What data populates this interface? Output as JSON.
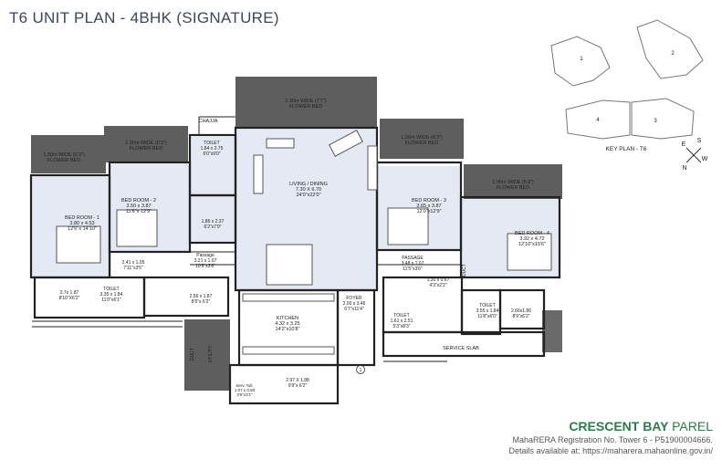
{
  "title": "T6 UNIT PLAN - 4BHK (SIGNATURE)",
  "rooms": {
    "flower_bed_top": {
      "line1": "2.30m WIDE (7'7\")",
      "line2": "FLOWER BED"
    },
    "chajja": "CHAJJA",
    "flower_bed_left": {
      "line1": "1.90m WIDE (6'3\")",
      "line2": "FLOWER BED"
    },
    "flower_bed_left2": {
      "line1": "1.90m WIDE (6'3\")",
      "line2": "FLOWER BED"
    },
    "flower_bed_right": {
      "line1": "1.90m WIDE (6'3\")",
      "line2": "FLOWER BED"
    },
    "flower_bed_right2": {
      "line1": "1.90m WIDE (6'3\")",
      "line2": "FLOWER BED"
    },
    "toilet_top": {
      "name": "TOILET",
      "dim1": "1.84 x 2.75",
      "dim2": "6'0\"x9'0\""
    },
    "living": {
      "name": "LIVING / DINING",
      "dim1": "7.30 X 6.70",
      "dim2": "24'0\"x22'0\""
    },
    "bed2": {
      "name": "BED ROOM - 2",
      "dim1": "3.50 x 3.87",
      "dim2": "11'6\"x 12'9\""
    },
    "bed1": {
      "name": "BED ROOM - 1",
      "dim1": "3.80 x 4.53",
      "dim2": "12'6\"x 14'10\""
    },
    "bed3": {
      "name": "BED ROOM - 3",
      "dim1": "3.65 x 3.87",
      "dim2": "12'0\"x12'9\""
    },
    "bed4": {
      "name": "BED ROOM - 4",
      "dim1": "3.92 x 4.72",
      "dim2": "12'10\"x15'6\""
    },
    "dress_left": {
      "dim1": "1.86 x 2.37",
      "dim2": "6'2\"x7'9\""
    },
    "passage_left": {
      "name": "Passage",
      "dim1": "3.21 x 1.07",
      "dim2": "10'6\"x3'6\""
    },
    "dim_241": {
      "dim1": "2.41 x 1.05",
      "dim2": "7'11\"x3'5\""
    },
    "passage_right": {
      "name": "PASSAGE",
      "dim1": "3.48 x 1.07",
      "dim2": "11'5\"x3'6\""
    },
    "dim_130": {
      "dim1": "1.30 x 0.67",
      "dim2": "4'3\"x2'2\""
    },
    "dim_27": {
      "dim1": "2.7x 1.87",
      "dim2": "8'10\"X6'2\""
    },
    "toilet_left": {
      "name": "TOILET",
      "dim1": "3.35 x 1.84",
      "dim2": "11'0\"x6'1\""
    },
    "dim_256": {
      "dim1": "2.56 x 1.87",
      "dim2": "8'5\"x 6'2\""
    },
    "kitchen": {
      "name": "KITCHEN",
      "dim1": "4.32 x 3.25",
      "dim2": "14'2\"x10'8\""
    },
    "foyer": {
      "name": "FOYER",
      "dim1": "2.00 x 3.46",
      "dim2": "6'7\"x11'4\""
    },
    "toilet_right_a": {
      "name": "TOILET",
      "dim1": "1.61 x 2.51",
      "dim2": "5'3\"x8'3\""
    },
    "toilet_right_b": {
      "name": "TOILET",
      "dim1": "3.55 x 1.84",
      "dim2": "11'8\"x6'0\""
    },
    "dim_266": {
      "dim1": "2.66x1.86",
      "dim2": "8'9\"x6'2\""
    },
    "service_slab": "SERVICE SLAB",
    "dim_297": {
      "dim1": "2.97 X 1.88",
      "dim2": "9'9\"x 6'2\""
    },
    "servant_toilet": {
      "name": "Serv. Toil.",
      "dim1": "1.07 x 0.93",
      "dim2": "3'6\"x3'1\""
    },
    "duct_left": "DUCT",
    "duct_right": "DUCT",
    "utility": "UTILITY",
    "entrance_marker": "1"
  },
  "key_plan": {
    "label": "KEY PLAN  - T6",
    "towers": [
      "1",
      "2",
      "3",
      "4"
    ],
    "compass": {
      "n": "N",
      "e": "E",
      "s": "S",
      "w": "W"
    }
  },
  "brand": {
    "name_bold": "CRESCENT BAY",
    "name_light": "PAREL",
    "line1": "MahaRERA Registration No. Tower 6 - P51900004666.",
    "line2": "Details available at: https://maharera.mahaonline.gov.in/"
  },
  "colors": {
    "room_fill": "#e5e9f3",
    "balcony_fill": "#5e5e5e",
    "wall": "#222222",
    "brand_green": "#2d7a4a",
    "title": "#3c4660"
  }
}
